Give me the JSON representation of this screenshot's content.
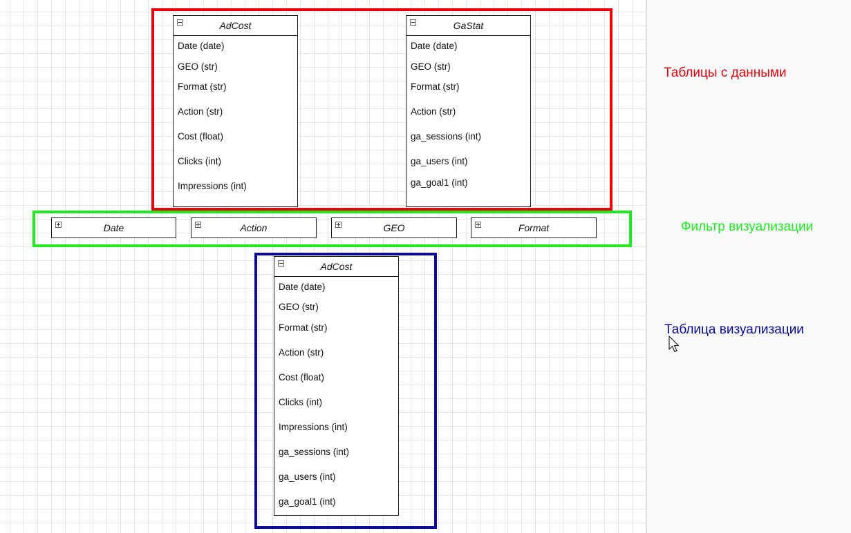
{
  "colors": {
    "data_tables": "#e8000b",
    "filter": "#22e822",
    "visualization": "#0c0c94"
  },
  "captions": {
    "data_tables": "Таблицы с данными",
    "filter": "Фильтр визуализации",
    "visualization": "Таблица визуализации"
  },
  "entities": {
    "adcost_source": {
      "title": "AdCost",
      "fields": [
        "Date (date)",
        "GEO (str)",
        "Format (str)",
        "Action (str)",
        "Cost (float)",
        "Clicks (int)",
        "Impressions (int)"
      ]
    },
    "gastat_source": {
      "title": "GaStat",
      "fields": [
        "Date (date)",
        "GEO (str)",
        "Format (str)",
        "Action (str)",
        "ga_sessions (int)",
        "ga_users (int)",
        "ga_goal1 (int)"
      ]
    },
    "adcost_visualization": {
      "title": "AdCost",
      "fields": [
        "Date (date)",
        "GEO (str)",
        "Format (str)",
        "Action (str)",
        "Cost (float)",
        "Clicks (int)",
        "Impressions (int)",
        "ga_sessions (int)",
        "ga_users (int)",
        "ga_goal1 (int)"
      ]
    }
  },
  "filters": [
    "Date",
    "Action",
    "GEO",
    "Format"
  ],
  "icons": {
    "collapse": "minus-toggle-icon",
    "expand": "plus-toggle-icon",
    "cursor": "mouse-pointer-icon"
  }
}
